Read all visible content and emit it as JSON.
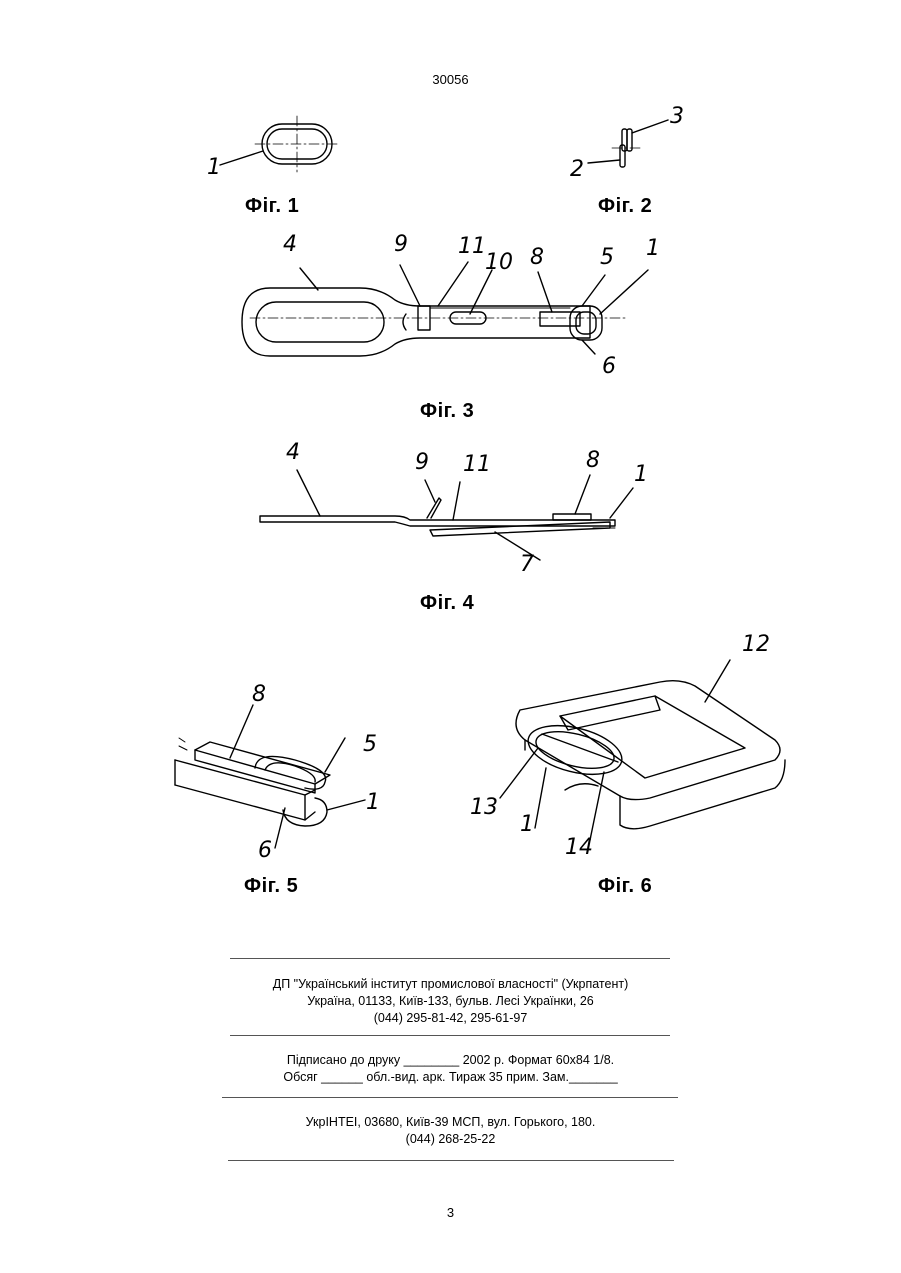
{
  "header": {
    "doc_number": "30056"
  },
  "figures": {
    "fig1": {
      "caption": "Фіг. 1",
      "labels": [
        "1"
      ]
    },
    "fig2": {
      "caption": "Фіг. 2",
      "labels": [
        "3",
        "2"
      ]
    },
    "fig3": {
      "caption": "Фіг. 3",
      "labels": [
        "4",
        "9",
        "11",
        "10",
        "8",
        "5",
        "1",
        "6"
      ]
    },
    "fig4": {
      "caption": "Фіг. 4",
      "labels": [
        "4",
        "9",
        "11",
        "8",
        "1",
        "7"
      ]
    },
    "fig5": {
      "caption": "Фіг. 5",
      "labels": [
        "8",
        "5",
        "1",
        "6"
      ]
    },
    "fig6": {
      "caption": "Фіг. 6",
      "labels": [
        "12",
        "13",
        "1",
        "14"
      ]
    }
  },
  "footer": {
    "publisher_line1": "ДП \"Український інститут промислової власності\" (Укрпатент)",
    "publisher_line2": "Україна, 01133, Київ-133, бульв. Лесі Українки, 26",
    "publisher_line3": "(044) 295-81-42, 295-61-97",
    "print_line1": "Підписано до друку ________ 2002 р.    Формат 60х84 1/8.",
    "print_line2": "Обсяг ______ обл.-вид. арк.   Тираж 35 прим.    Зам._______",
    "printer_line1": "УкрІНТЕІ, 03680, Київ-39 МСП, вул. Горького, 180.",
    "printer_line2": "(044) 268-25-22"
  },
  "page_number": "3"
}
